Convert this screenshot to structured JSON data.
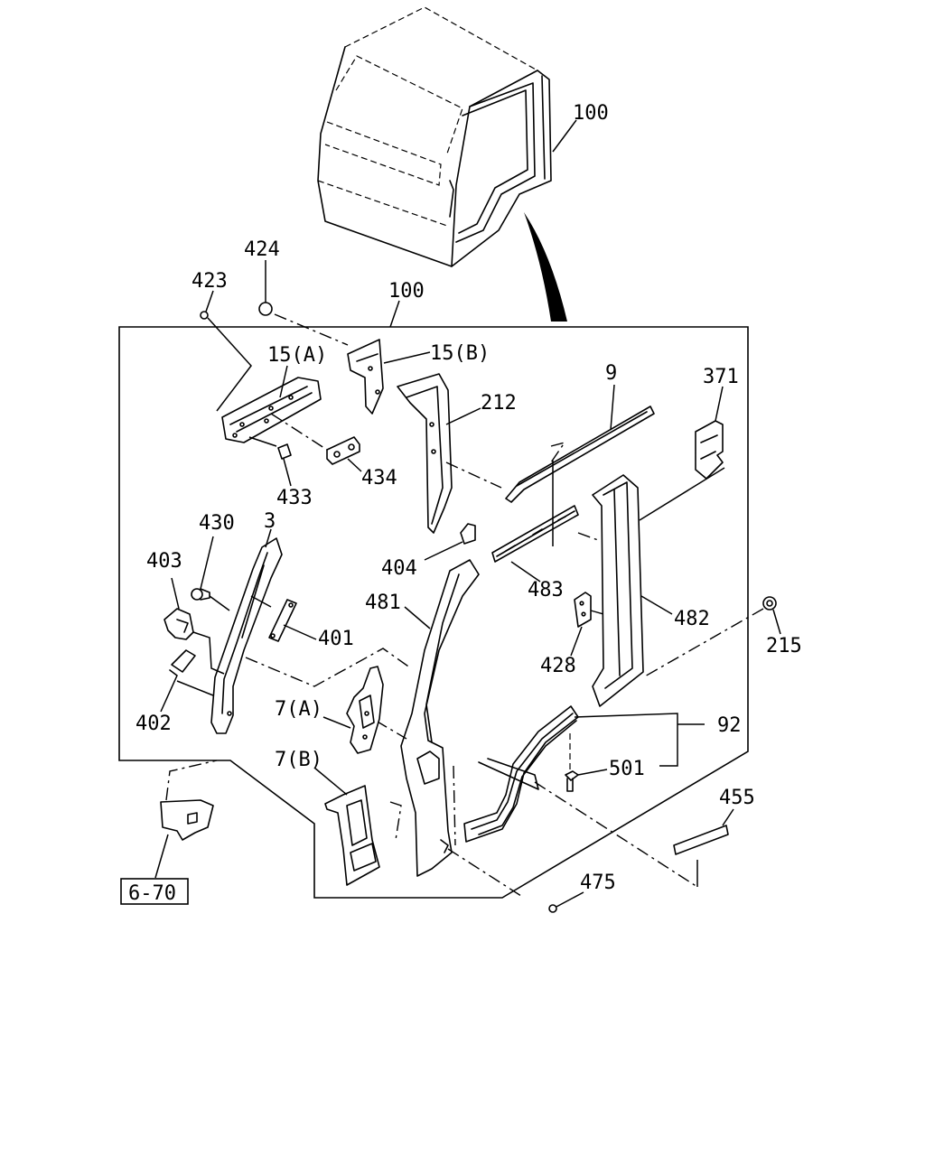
{
  "diagram": {
    "labels": {
      "l100_top": "100",
      "l100_box": "100",
      "l424": "424",
      "l423": "423",
      "l15a": "15(A)",
      "l15b": "15(B)",
      "l212": "212",
      "l9": "9",
      "l371": "371",
      "l434": "434",
      "l433": "433",
      "l430": "430",
      "l3": "3",
      "l403": "403",
      "l401": "401",
      "l402": "402",
      "l404": "404",
      "l481": "481",
      "l483": "483",
      "l482": "482",
      "l428": "428",
      "l215": "215",
      "l7a": "7(A)",
      "l7b": "7(B)",
      "l92": "92",
      "l501": "501",
      "l455": "455",
      "l475": "475",
      "ref": "6-70"
    }
  }
}
